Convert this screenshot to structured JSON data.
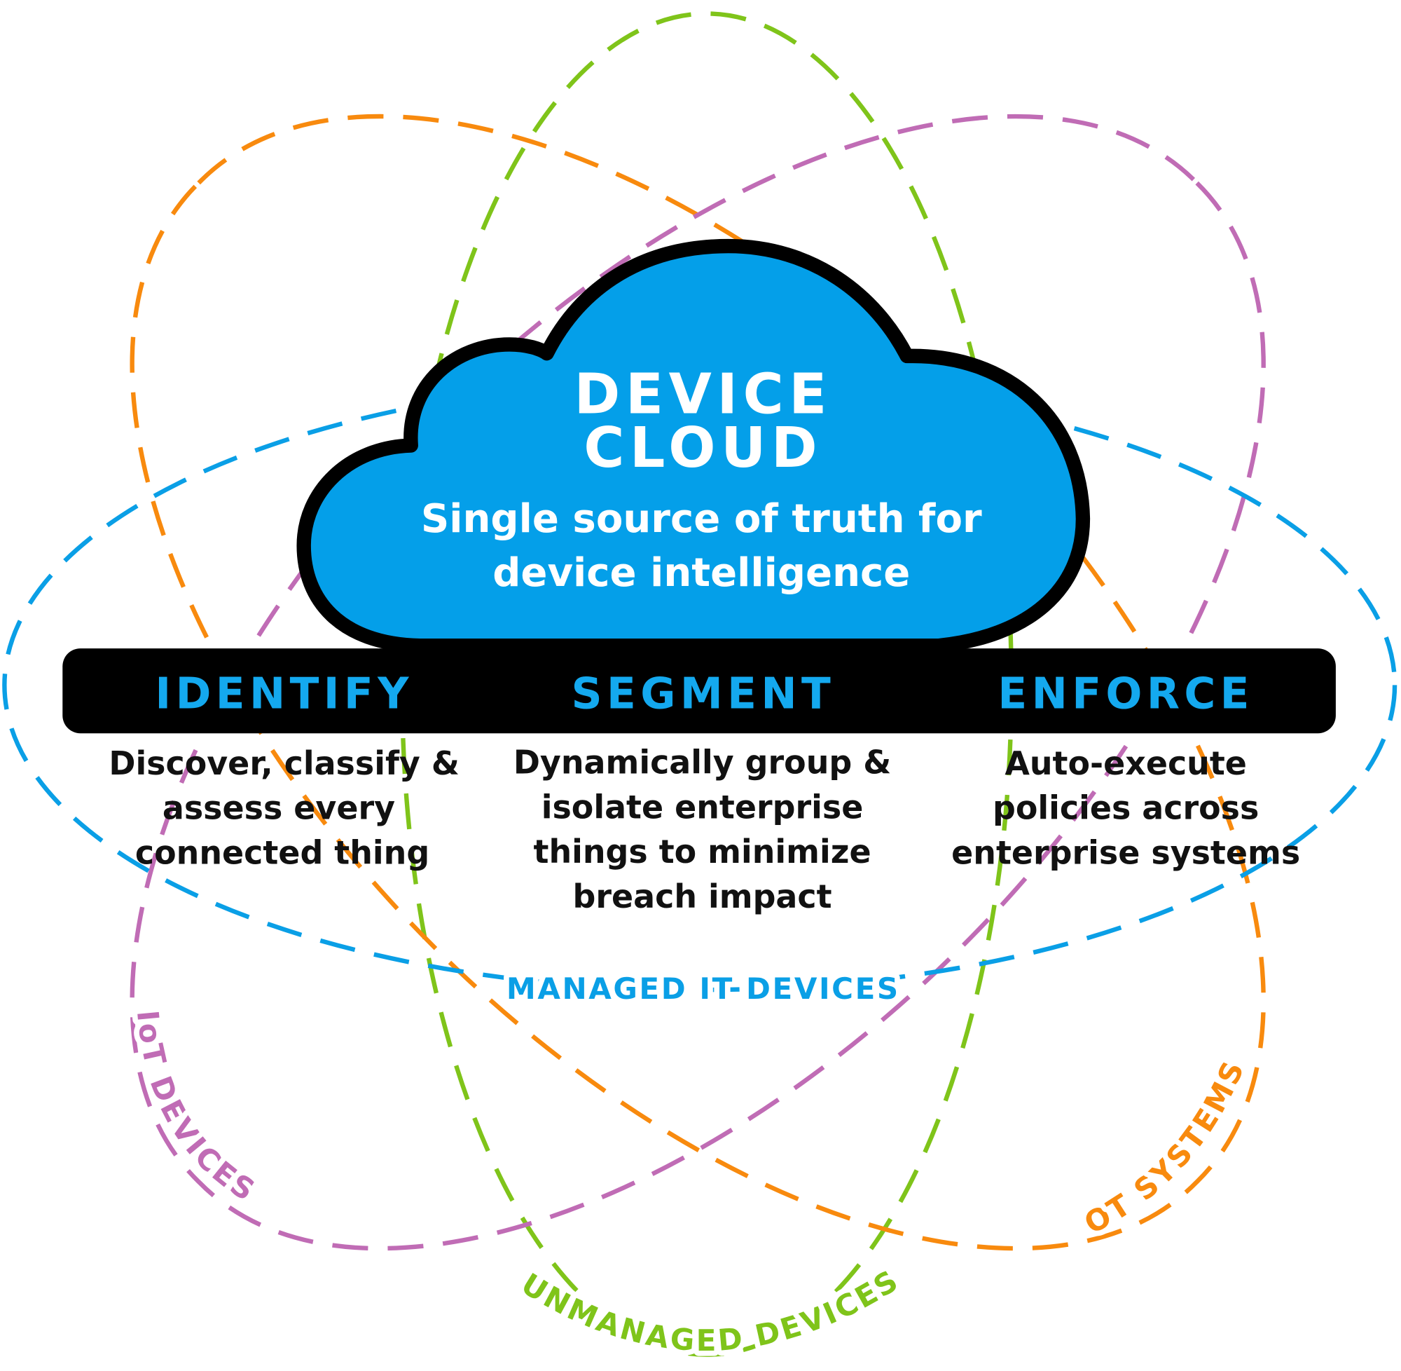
{
  "colors": {
    "managed_it": "#0a9fe6",
    "iot": "#c06cb5",
    "unmanaged": "#7fc41a",
    "ot": "#f88a0e",
    "cloud_fill": "#049fe9",
    "bar": "#000000",
    "pillar_text": "#14a9ef"
  },
  "cloud": {
    "title_line1": "DEVICE",
    "title_line2": "CLOUD",
    "subtitle_line1": "Single source of truth for",
    "subtitle_line2": "device intelligence"
  },
  "pillars": [
    {
      "title": "IDENTIFY",
      "lines": [
        "Discover, classify &",
        "assess every",
        "connected thing"
      ]
    },
    {
      "title": "SEGMENT",
      "lines": [
        "Dynamically group &",
        "isolate enterprise",
        "things to minimize",
        "breach impact"
      ]
    },
    {
      "title": "ENFORCE",
      "lines": [
        "Auto-execute",
        "policies across",
        "enterprise systems"
      ]
    }
  ],
  "rings": {
    "managed_it": "MANAGED IT DEVICES",
    "iot": "IoT DEVICES",
    "unmanaged": "UNMANAGED DEVICES",
    "ot": "OT SYSTEMS"
  }
}
